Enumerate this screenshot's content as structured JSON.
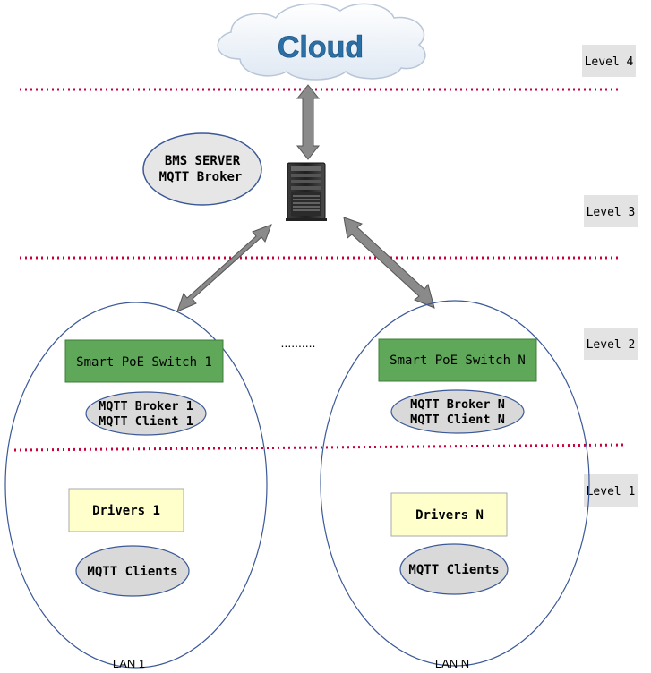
{
  "cloud": {
    "label": "Cloud"
  },
  "levels": [
    "Level 4",
    "Level 3",
    "Level 2",
    "Level 1"
  ],
  "server": {
    "line1": "BMS SERVER",
    "line2": "MQTT Broker"
  },
  "lans": [
    {
      "switch": "Smart PoE Switch 1",
      "broker": "MQTT Broker 1",
      "client": "MQTT Client 1",
      "drivers": "Drivers 1",
      "clients": "MQTT Clients",
      "label": "LAN 1"
    },
    {
      "switch": "Smart PoE Switch N",
      "broker": "MQTT Broker N",
      "client": "MQTT Client N",
      "drivers": "Drivers N",
      "clients": "MQTT Clients",
      "label": "LAN N"
    }
  ],
  "ellipsis": "..........",
  "colors": {
    "level_line": "#c8003c",
    "switch_fill": "#5fa85a",
    "drivers_fill": "#ffffcc",
    "oval_fill": "#d9d9d9",
    "lan_stroke": "#3b5998",
    "arrow_fill": "#8a8a8a",
    "cloud_text": "#2a6fa5"
  }
}
